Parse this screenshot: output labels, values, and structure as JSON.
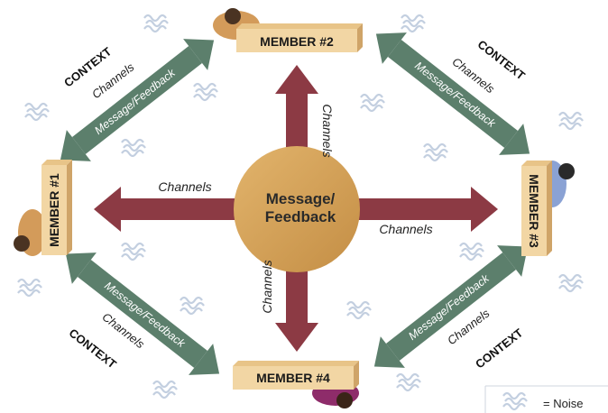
{
  "center": {
    "line1": "Message/",
    "line2": "Feedback"
  },
  "members": {
    "m1": "MEMBER #1",
    "m2": "MEMBER #2",
    "m3": "MEMBER #3",
    "m4": "MEMBER #4"
  },
  "channels_label": "Channels",
  "message_feedback_label": "Message/Feedback",
  "context_label": "CONTEXT",
  "legend": {
    "noise_label": "= Noise"
  },
  "colors": {
    "green_arrow": "#5c7f6c",
    "red_arrow": "#8c3a44",
    "center_circle": "#d6a35a",
    "member_box": "#f2d6a4",
    "noise": "#c3cfe0"
  }
}
